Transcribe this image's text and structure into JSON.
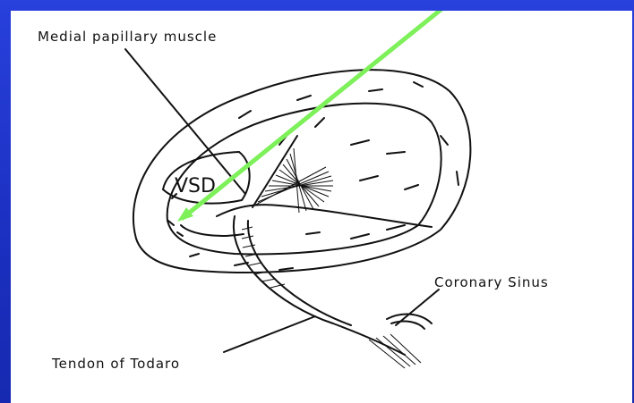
{
  "labels": {
    "medial_papillary_muscle": "Medial papillary muscle",
    "vsd": "VSD",
    "coronary_sinus": "Coronary Sinus",
    "tendon_of_todaro": "Tendon of Todaro"
  },
  "colors": {
    "background": "#1e33c8",
    "pointer_arrow": "#7df05a",
    "line_art": "#111111"
  }
}
